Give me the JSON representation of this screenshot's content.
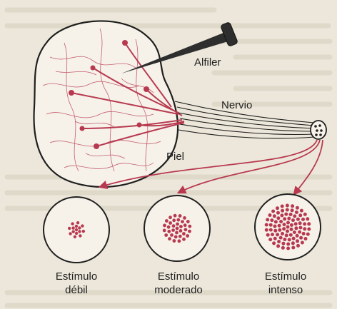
{
  "labels": {
    "pin": "Alfiler",
    "nerve": "Nervio",
    "skin": "Piel"
  },
  "stimuli": [
    {
      "line1": "Estímulo",
      "line2": "débil",
      "level": "low"
    },
    {
      "line1": "Estímulo",
      "line2": "moderado",
      "level": "moderate"
    },
    {
      "line1": "Estímulo",
      "line2": "intenso",
      "level": "high"
    }
  ],
  "colors": {
    "nerve_red": "#b8394f",
    "outline": "#1f1f1f",
    "background": "#ece7da",
    "pin": "#2e2e2e"
  },
  "icons": {
    "pin": "pin-icon",
    "neuron": "neuron-icon"
  }
}
